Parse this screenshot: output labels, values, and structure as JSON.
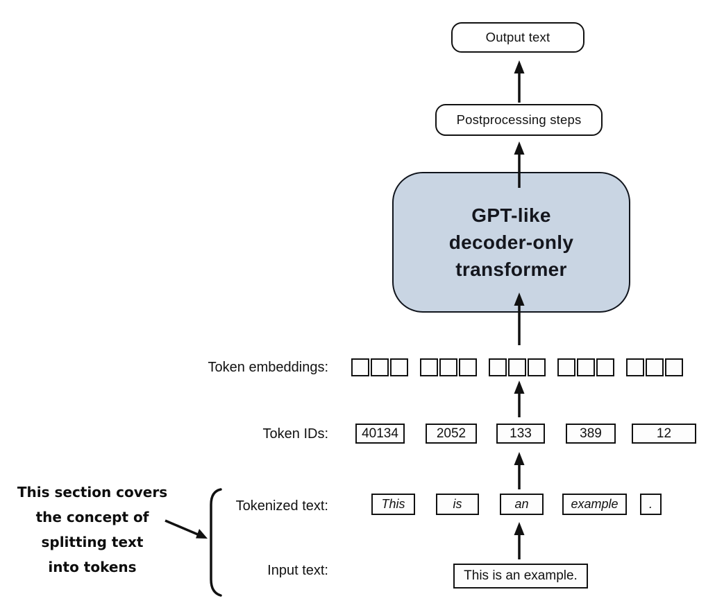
{
  "diagram": {
    "boxes": {
      "output": "Output text",
      "postprocessing": "Postprocessing steps",
      "transformer": "GPT-like\ndecoder-only\ntransformer"
    },
    "labels": {
      "embeddings": "Token embeddings:",
      "token_ids": "Token IDs:",
      "tokenized": "Tokenized text:",
      "input": "Input text:"
    },
    "token_ids": [
      "40134",
      "2052",
      "133",
      "389",
      "12"
    ],
    "tokens": [
      "This",
      "is",
      "an",
      "example",
      "."
    ],
    "input_text": "This is an example.",
    "annotation": "This section covers\nthe concept of\nsplitting text\ninto tokens",
    "colors": {
      "transformer_fill": "#c9d5e3",
      "stroke": "#111111",
      "background": "#ffffff"
    }
  }
}
